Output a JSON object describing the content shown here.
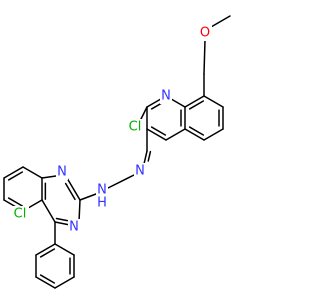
{
  "colors": {
    "bond": "#000000",
    "nitrogen": "#3333ff",
    "oxygen": "#ff0000",
    "chlorine": "#00b300"
  },
  "atoms": {
    "O": "O",
    "N_quinoline": "N",
    "Cl_upper": "Cl",
    "N_hydrazone_1": "N",
    "N_hydrazone_2": "N",
    "H_hydrazone": "H",
    "N_quinazoline_1": "N",
    "N_quinazoline_3": "N",
    "Cl_lower": "Cl"
  }
}
